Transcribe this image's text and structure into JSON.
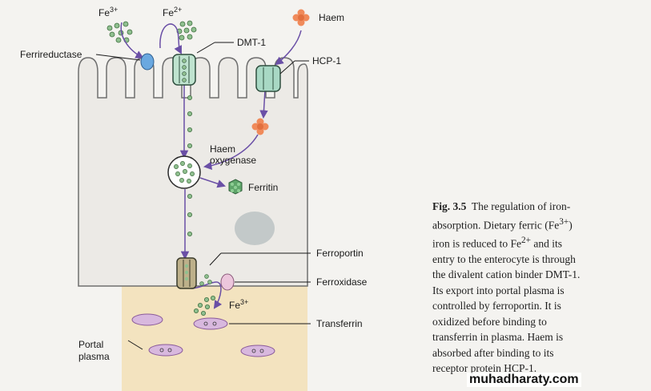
{
  "labels": {
    "fe3_top": "Fe",
    "fe3_top_sup": "3+",
    "fe2_top": "Fe",
    "fe2_top_sup": "2+",
    "haem_top": "Haem",
    "ferrireductase": "Ferrireductase",
    "dmt1": "DMT-1",
    "hcp1": "HCP-1",
    "haem_oxygenase_1": "Haem",
    "haem_oxygenase_2": "oxygenase",
    "ferritin": "Ferritin",
    "ferroportin": "Ferroportin",
    "ferroxidase": "Ferroxidase",
    "fe3_bottom": "Fe",
    "fe3_bottom_sup": "3+",
    "transferrin": "Transferrin",
    "portal_1": "Portal",
    "portal_2": "plasma"
  },
  "caption": {
    "fig": "Fig. 3.5",
    "l1": "The regulation of iron-",
    "l2a": "absorption. Dietary ferric (Fe",
    "l2sup": "3+",
    "l2b": ")",
    "l3a": "iron is reduced to Fe",
    "l3sup": "2+",
    "l3b": " and its",
    "l4": "entry to the enterocyte is through",
    "l5": "the divalent cation binder DMT-1.",
    "l6": "Its export into portal plasma is",
    "l7": "controlled by ferroportin. It is",
    "l8": "oxidized before binding to",
    "l9": "transferrin in plasma. Haem is",
    "l10": "absorbed after binding to its",
    "l11": "receptor protein HCP-1."
  },
  "watermark": "muhadharaty.com",
  "colors": {
    "cell_fill": "#eceae6",
    "cell_stroke": "#6f6f6f",
    "plasma": "#f3e3bf",
    "iron_dot": "#8fbf8f",
    "arrow": "#6a4fa6",
    "ferrireductase": "#6aa8e0",
    "dmt1": "#bfe3cf",
    "hcp1": "#a8d8c4",
    "haem": "#f08a5a",
    "ferroportin": "#bdb08a",
    "ferroxidase": "#ecc6dc",
    "transferrin": "#d8b8de",
    "ferritin": "#5fa56a"
  },
  "icons": [
    "haem-icon",
    "ferritin-icon"
  ]
}
